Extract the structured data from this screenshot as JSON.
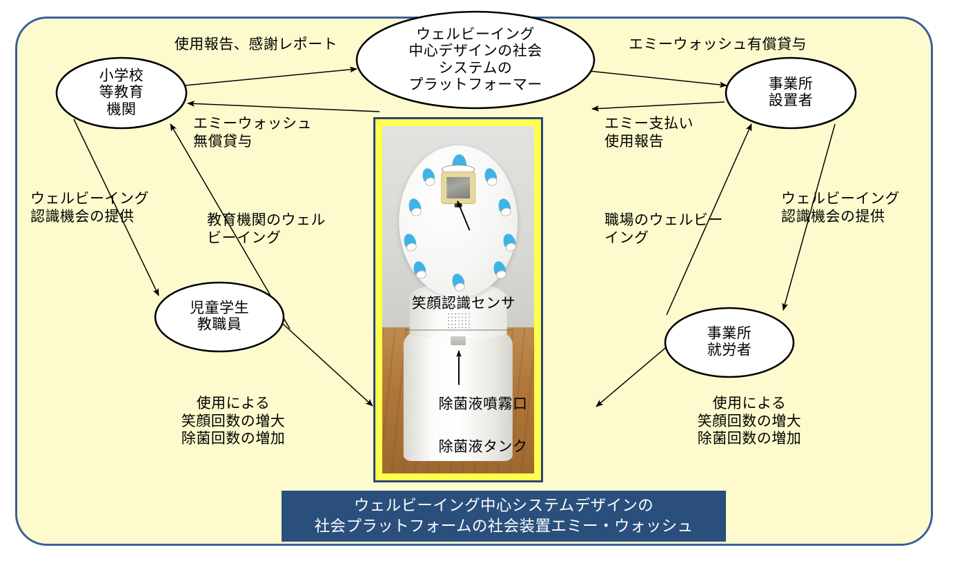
{
  "figure": {
    "title": "ウェルビーイング中心システムデザインの社会プラットフォームの社会装置エミー・ウォッシュ",
    "banner_text": "ウェルビーイング中心システムデザインの\n社会プラットフォームの社会装置エミー・ウォッシュ",
    "panel_fill": "#fdfbcd",
    "panel_border": "#3a5f99",
    "banner_fill": "#2a4f7c",
    "banner_text_color": "#ffffff",
    "photo_frame_fill": "#ffff4d",
    "photo_frame_border": "#27437a"
  },
  "nodes": [
    {
      "id": "school",
      "label": "小学校\n等教育\n機関"
    },
    {
      "id": "platform",
      "label": "ウェルビーイング\n中心デザインの社会\nシステムの\nプラットフォーマー"
    },
    {
      "id": "owner",
      "label": "事業所\n設置者"
    },
    {
      "id": "students",
      "label": "児童学生\n教職員"
    },
    {
      "id": "workers",
      "label": "事業所\n就労者"
    }
  ],
  "edge_labels": [
    {
      "id": "report-thanks",
      "text": "使用報告、感謝レポート"
    },
    {
      "id": "free-lending",
      "text": "エミーウォッシュ\n無償貸与"
    },
    {
      "id": "paid-lending",
      "text": "エミーウォッシュ有償貸与"
    },
    {
      "id": "emmy-payment",
      "text": "エミー支払い\n使用報告"
    },
    {
      "id": "wb-awareness-left",
      "text": "ウェルビーイング\n認識機会の提供"
    },
    {
      "id": "school-wellbeing",
      "text": "教育機関のウェル\nビーイング"
    },
    {
      "id": "workplace-wb",
      "text": "職場のウェルビー\nイング"
    },
    {
      "id": "wb-awareness-right",
      "text": "ウェルビーイング\n認識機会の提供"
    },
    {
      "id": "usage-effect-left",
      "text": "使用による\n笑顔回数の増大\n除菌回数の増加"
    },
    {
      "id": "usage-effect-right",
      "text": "使用による\n笑顔回数の増大\n除菌回数の増加"
    }
  ],
  "photo": {
    "callouts": [
      {
        "id": "smile-sensor",
        "text": "笑顔認識センサ"
      },
      {
        "id": "spray-nozzle",
        "text": "除菌液噴霧口"
      },
      {
        "id": "liquid-tank",
        "text": "除菌液タンク"
      }
    ]
  }
}
